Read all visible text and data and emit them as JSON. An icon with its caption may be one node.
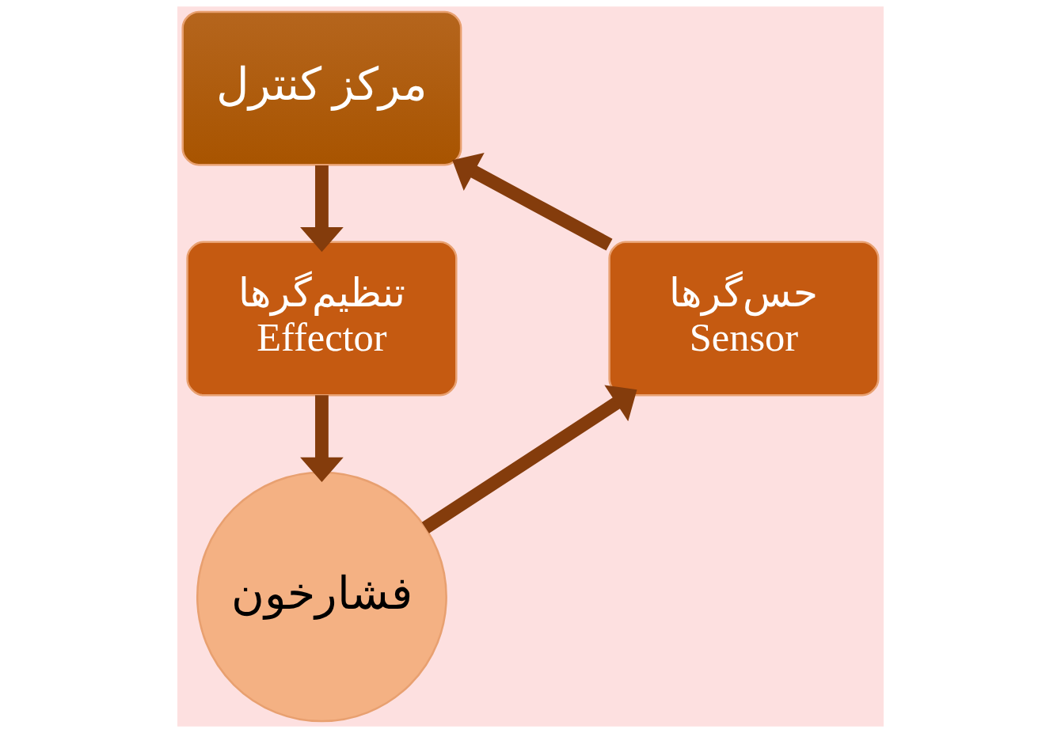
{
  "diagram": {
    "nodes": [
      {
        "text": [
          "مرکز کنترل"
        ]
      },
      {
        "text": [
          "حس‌گرها",
          "Sensor"
        ]
      },
      {
        "text": [
          "تنظیم‌گرها",
          "Effector"
        ]
      },
      {
        "text": [
          "فشارخون"
        ]
      }
    ],
    "edges": [
      {
        "from": 1,
        "to": 0,
        "arrow": "to"
      },
      {
        "from": 0,
        "to": 2,
        "arrow": "to"
      },
      {
        "from": 2,
        "to": 3,
        "arrow": "to"
      },
      {
        "from": 3,
        "to": 1,
        "arrow": "to"
      }
    ]
  }
}
